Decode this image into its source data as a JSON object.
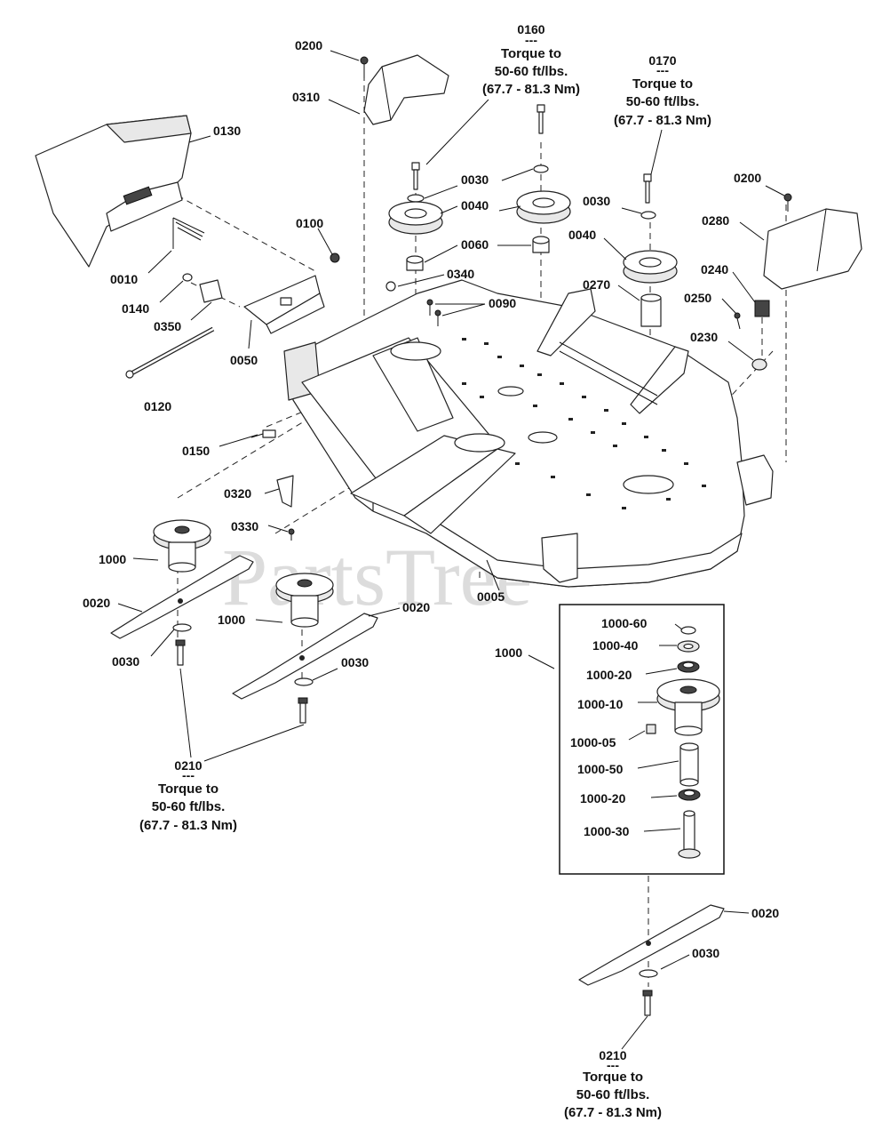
{
  "watermark": "PartsTree",
  "labels": {
    "l0200a": "0200",
    "l0310": "0310",
    "l0130": "0130",
    "l0100": "0100",
    "l0010": "0010",
    "l0140": "0140",
    "l0350": "0350",
    "l0050": "0050",
    "l0120": "0120",
    "l0150": "0150",
    "l0320": "0320",
    "l0330": "0330",
    "l1000a": "1000",
    "l0020a": "0020",
    "l0030a": "0030",
    "l1000b": "1000",
    "l0020b": "0020",
    "l0030b": "0030",
    "l0005": "0005",
    "l0030c": "0030",
    "l0040a": "0040",
    "l0060": "0060",
    "l0340": "0340",
    "l0090": "0090",
    "l0030d": "0030",
    "l0040b": "0040",
    "l0270": "0270",
    "l0200b": "0200",
    "l0280": "0280",
    "l0240": "0240",
    "l0250": "0250",
    "l0230": "0230",
    "l1000c": "1000",
    "l1000_60": "1000-60",
    "l1000_40": "1000-40",
    "l1000_20a": "1000-20",
    "l1000_10": "1000-10",
    "l1000_05": "1000-05",
    "l1000_50": "1000-50",
    "l1000_20b": "1000-20",
    "l1000_30": "1000-30",
    "l0020c": "0020",
    "l0030e": "0030"
  },
  "notes": {
    "n0160": {
      "part": "0160",
      "sep": "---",
      "line1": "Torque to",
      "line2": "50-60 ft/lbs.",
      "line3": "(67.7 - 81.3 Nm)"
    },
    "n0170": {
      "part": "0170",
      "sep": "---",
      "line1": "Torque to",
      "line2": "50-60 ft/lbs.",
      "line3": "(67.7 - 81.3 Nm)"
    },
    "n0210a": {
      "part": "0210",
      "sep": "---",
      "line1": "Torque to",
      "line2": "50-60 ft/lbs.",
      "line3": "(67.7 - 81.3 Nm)"
    },
    "n0210b": {
      "part": "0210",
      "sep": "---",
      "line1": "Torque to",
      "line2": "50-60 ft/lbs.",
      "line3": "(67.7 - 81.3 Nm)"
    }
  }
}
